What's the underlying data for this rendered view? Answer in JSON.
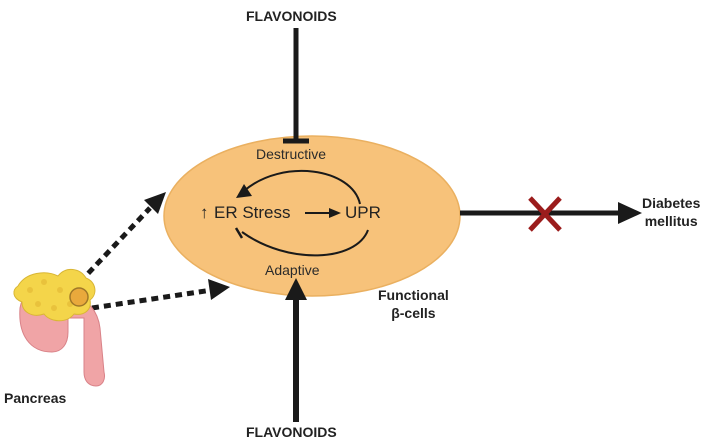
{
  "labels": {
    "flavonoids_top": "FLAVONOIDS",
    "flavonoids_bottom": "FLAVONOIDS",
    "destructive": "Destructive",
    "adaptive": "Adaptive",
    "er_stress": "ER Stress",
    "er_stress_arrow": "↑",
    "upr": "UPR",
    "diabetes_line1": "Diabetes",
    "diabetes_line2": "mellitus",
    "functional_line1": "Functional",
    "functional_line2": "β-cells",
    "pancreas": "Pancreas"
  },
  "colors": {
    "cell_fill": "#f7c27a",
    "cell_edge": "#eab060",
    "arrow": "#1a1a1a",
    "block_cross": "#9b1c1c",
    "pancreas_body": "#f4d54a",
    "pancreas_tissue": "#f0a4a6",
    "islet": "#e9a93c"
  }
}
